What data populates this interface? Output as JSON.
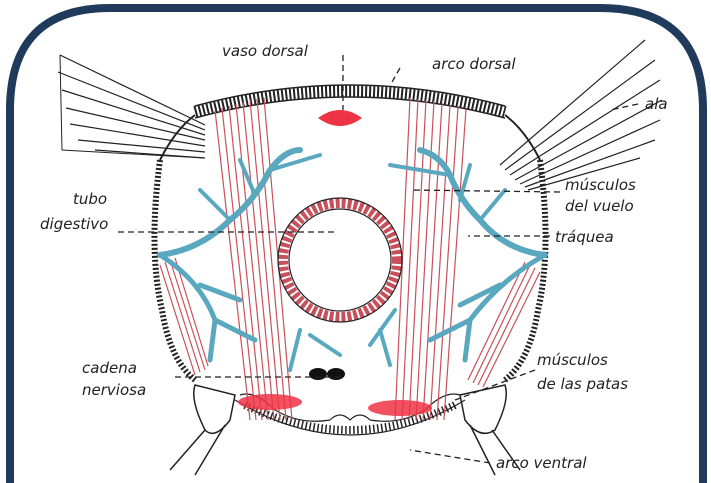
{
  "labels": {
    "vaso_dorsal": "vaso dorsal",
    "arco_dorsal": "arco dorsal",
    "ala": "ala",
    "tubo": "tubo",
    "digestivo": "digestivo",
    "musculos_1": "músculos",
    "del_vuelo": "del vuelo",
    "traquea": "tráquea",
    "cadena": "cadena",
    "nerviosa": "nerviosa",
    "musculos_2": "músculos",
    "de_las_patas": "de las patas",
    "arco_ventral": "arco ventral"
  },
  "colors": {
    "frame": "#1f3a5a",
    "muscle": "#c8505a",
    "heart": "#ee3344",
    "trachea": "#5aa8c0",
    "ink": "#222222"
  }
}
